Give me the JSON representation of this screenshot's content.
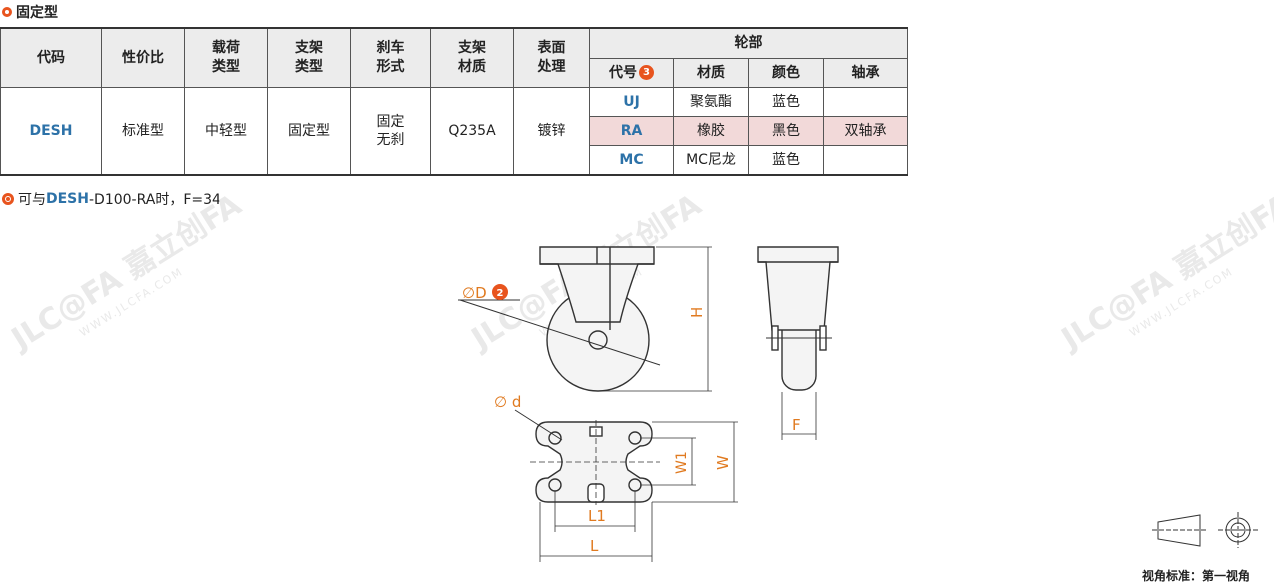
{
  "section_title": "固定型",
  "table": {
    "headers": {
      "code": "代码",
      "ratio": "性价比",
      "load_type": [
        "载荷",
        "类型"
      ],
      "bracket_type": [
        "支架",
        "类型"
      ],
      "brake_form": [
        "刹车",
        "形式"
      ],
      "bracket_material": [
        "支架",
        "材质"
      ],
      "surface": [
        "表面",
        "处理"
      ],
      "wheel": "轮部",
      "wheel_code": "代号",
      "wheel_code_badge": "3",
      "wheel_material": "材质",
      "wheel_color": "颜色",
      "bearing": "轴承"
    },
    "row": {
      "code": "DESH",
      "ratio": "标准型",
      "load_type": "中轻型",
      "bracket_type": "固定型",
      "brake_form": [
        "固定",
        "无刹"
      ],
      "bracket_material": "Q235A",
      "surface": "镀锌",
      "bearing": "双轴承"
    },
    "wheels": [
      {
        "code": "UJ",
        "material": "聚氨酯",
        "color": "蓝色"
      },
      {
        "code": "RA",
        "material": "橡胶",
        "color": "黑色"
      },
      {
        "code": "MC",
        "material": "MC尼龙",
        "color": "蓝色"
      }
    ]
  },
  "note": {
    "prefix": "可与",
    "code": "DESH",
    "suffix": "-D100-RA时，F=34"
  },
  "drawing": {
    "labels": {
      "D": "∅D",
      "D_badge": "2",
      "H": "H",
      "d": "∅ d",
      "W1": "W1",
      "W": "W",
      "L1": "L1",
      "L": "L",
      "F": "F"
    },
    "watermark_brand": "JLC@FA 嘉立创FA",
    "watermark_url": "WWW.JLCFA.COM",
    "view_label": "视角标准：第一视角"
  },
  "colors": {
    "accent": "#e8541e",
    "code_blue": "#2d72a8",
    "dim_orange": "#e07a20",
    "highlight_row": "#f2d9d9"
  }
}
